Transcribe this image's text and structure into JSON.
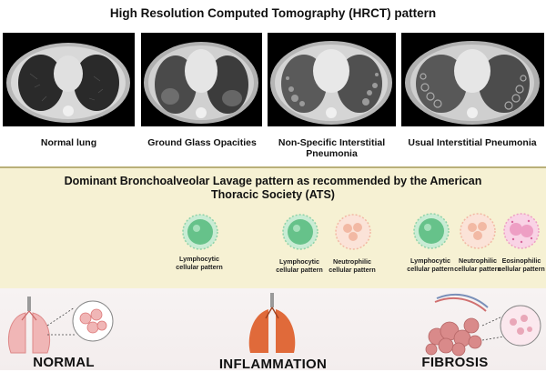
{
  "title": "High Resolution Computed Tomography (HRCT) pattern",
  "ct_panels": [
    {
      "label": "Normal lung"
    },
    {
      "label": "Ground Glass Opacities"
    },
    {
      "label": "Non-Specific Interstitial Pneumonia"
    },
    {
      "label": "Usual Interstitial Pneumonia"
    }
  ],
  "bal": {
    "title": "Dominant Bronchoalveolar Lavage pattern as recommended by the American Thoracic Society (ATS)",
    "cells": [
      {
        "label": "Lymphocytic cellular pattern",
        "type": "lymphocytic",
        "color": "#66c28a"
      },
      {
        "label": "Lymphocytic cellular pattern",
        "type": "lymphocytic",
        "color": "#66c28a"
      },
      {
        "label": "Neutrophilic cellular pattern",
        "type": "neutrophilic",
        "color": "#f2b9a4"
      },
      {
        "label": "Lymphocytic cellular pattern",
        "type": "lymphocytic",
        "color": "#66c28a"
      },
      {
        "label": "Neutrophilic cellular pattern",
        "type": "neutrophilic",
        "color": "#f2b9a4"
      },
      {
        "label": "Eosinophilic cellular pattern",
        "type": "eosinophilic",
        "color": "#ee9fc4"
      }
    ]
  },
  "stages": [
    {
      "label": "NORMAL",
      "color": "#e08a8a"
    },
    {
      "label": "INFLAMMATION",
      "color": "#e06a3a"
    },
    {
      "label": "FIBROSIS",
      "color": "#d98a8a"
    }
  ]
}
